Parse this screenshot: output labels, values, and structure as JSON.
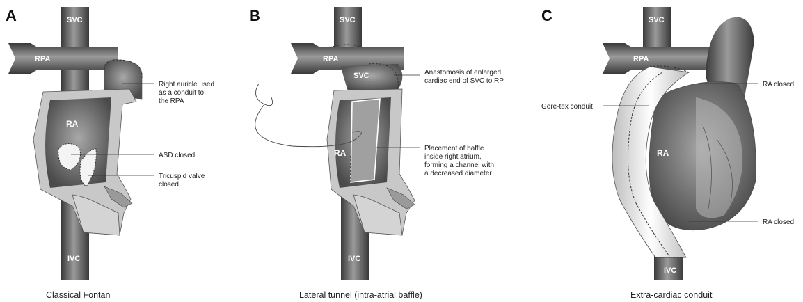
{
  "panels": [
    {
      "letter": "A",
      "caption": "Classical Fontan",
      "vessels": {
        "svc": "SVC",
        "rpa": "RPA",
        "ra": "RA",
        "ivc": "IVC"
      },
      "annotations": [
        {
          "lines": [
            "Right auricle used",
            "as a conduit to",
            "the RPA"
          ]
        },
        {
          "lines": [
            "ASD closed"
          ]
        },
        {
          "lines": [
            "Tricuspid valve",
            "closed"
          ]
        }
      ]
    },
    {
      "letter": "B",
      "caption": "Lateral tunnel (intra-atrial baffle)",
      "vessels": {
        "svc": "SVC",
        "rpa": "RPA",
        "svc2": "SVC",
        "ra": "RA",
        "ivc": "IVC"
      },
      "annotations": [
        {
          "lines": [
            "Anastomosis of enlarged",
            "cardiac end of SVC to RP"
          ]
        },
        {
          "lines": [
            "Placement of baffle",
            "inside right atrium,",
            "forming a channel with",
            "a decreased diameter"
          ]
        }
      ]
    },
    {
      "letter": "C",
      "caption": "Extra-cardiac conduit",
      "vessels": {
        "svc": "SVC",
        "rpa": "RPA",
        "ra": "RA",
        "ivc": "IVC"
      },
      "annotations": [
        {
          "lines": [
            "RA closed"
          ]
        },
        {
          "lines": [
            "Gore-tex conduit"
          ]
        },
        {
          "lines": [
            "RA closed"
          ]
        }
      ]
    }
  ],
  "colors": {
    "vessel": "#6e6e6e",
    "vessel_dark": "#3c3c3c",
    "atrium": "#8a8a8a",
    "wall": "#c8c8c8",
    "conduit": "#f2f2f2"
  }
}
